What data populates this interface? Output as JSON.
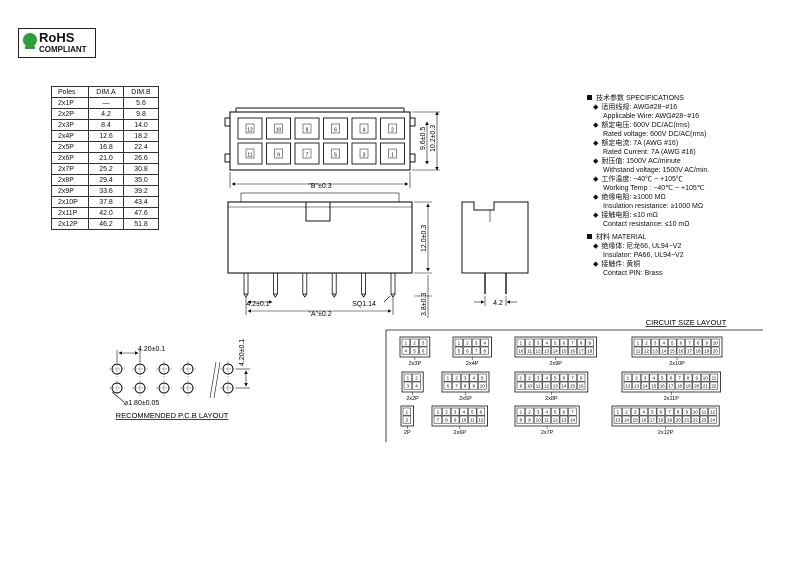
{
  "logo": {
    "title": "RoHS",
    "subtitle": "COMPLIANT"
  },
  "dim_table": {
    "headers": [
      "Poles",
      "DIM.A",
      "DIM.B"
    ],
    "rows": [
      [
        "2x1P",
        "—",
        "5.6"
      ],
      [
        "2x2P",
        "4.2",
        "9.8"
      ],
      [
        "2x3P",
        "8.4",
        "14.0"
      ],
      [
        "2x4P",
        "12.6",
        "18.2"
      ],
      [
        "2x5P",
        "16.8",
        "22.4"
      ],
      [
        "2x6P",
        "21.0",
        "26.6"
      ],
      [
        "2x7P",
        "25.2",
        "30.8"
      ],
      [
        "2x8P",
        "29.4",
        "35.0"
      ],
      [
        "2x9P",
        "33.6",
        "39.2"
      ],
      [
        "2x10P",
        "37.8",
        "43.4"
      ],
      [
        "2x11P",
        "42.0",
        "47.6"
      ],
      [
        "2x12P",
        "46.2",
        "51.8"
      ]
    ]
  },
  "specs": {
    "section1": "技术参数   SPECIFICATIONS",
    "items1": [
      [
        "适用线规:  AWG#28~#16",
        "Applicable Wire:  AWG#28~#16"
      ],
      [
        "额定电压:  600V DC/AC(rms)",
        "Rated voltage:  600V DC/AC(rms)"
      ],
      [
        "额定电流:  7A  (AWG #16)",
        "Rated Current:  7A  (AWG #16)"
      ],
      [
        "耐压值:  1500V AC/minute",
        "Withstand voltage:  1500V AC/min."
      ],
      [
        "工作温度:  −40℃  ~  +105℃",
        "Working Temp :  −40℃  ~  +105℃"
      ],
      [
        "绝缘电阻:   ≥1000 MΩ",
        "Insulation resistance:   ≥1000 MΩ"
      ],
      [
        "接触电阻:   ≤10 mΩ",
        "Contact resistance:  ≤10 mΩ"
      ]
    ],
    "section2": "材料   MATERIAL",
    "items2": [
      [
        "绝缘体:  尼龙66,  UL94−V2",
        "Insulator:  PA66,  UL94−V2"
      ],
      [
        "接触件:  黄铜",
        "Contact PIN:  Brass"
      ]
    ]
  },
  "front_view": {
    "dim_b": "\"B\"±0.3",
    "dim_h1": "9.6±0.5",
    "dim_h2": "10.2±0.3",
    "pin_count": 12,
    "top_numbers": [
      "12",
      "10",
      "8",
      "6",
      "4",
      "2"
    ],
    "bottom_numbers": [
      "11",
      "9",
      "7",
      "5",
      "3",
      "1"
    ]
  },
  "side_view": {
    "dim_a": "\"A\"±0.2",
    "pitch": "4.2±0.1",
    "sq": "SQ1.14",
    "h_body": "12.0±0.3",
    "h_pin": "3.8±0.3"
  },
  "end_view": {
    "dim": "4.2"
  },
  "pcb_layout": {
    "title": "RECOMMENDED P.C.B LAYOUT",
    "pitch_h": "4.20±0.1",
    "pitch_v": "4.20±0.1",
    "hole": "⌀1.80±0.05"
  },
  "circuit_layout": {
    "title": "CIRCUIT SIZE LAYOUT",
    "items": [
      {
        "label": "2x3P",
        "n": 3
      },
      {
        "label": "2x4P",
        "n": 4
      },
      {
        "label": "2x9P",
        "n": 9
      },
      {
        "label": "2x10P",
        "n": 10
      },
      {
        "label": "2x2P",
        "n": 2
      },
      {
        "label": "2x5P",
        "n": 5
      },
      {
        "label": "2x8P",
        "n": 8
      },
      {
        "label": "2x11P",
        "n": 11
      },
      {
        "label": "2P",
        "n": 1
      },
      {
        "label": "2x6P",
        "n": 6
      },
      {
        "label": "2x7P",
        "n": 7
      },
      {
        "label": "2x12P",
        "n": 12
      }
    ]
  }
}
